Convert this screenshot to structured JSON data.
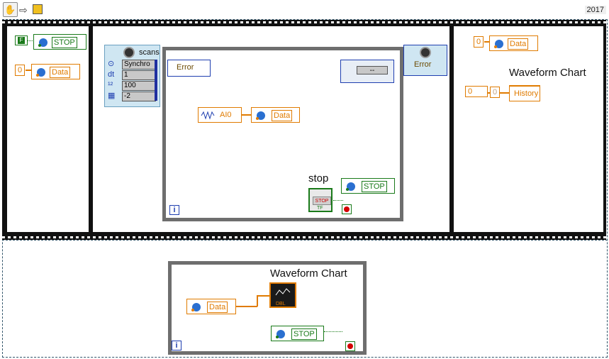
{
  "toolbar": {
    "run_arrow_icon": "run-arrow-icon",
    "hand_icon": "operate-hand-icon",
    "step_icon": "step-over-icon",
    "version": "2017"
  },
  "frame1": {
    "bool_const": "F",
    "stop_local": "STOP",
    "num_const": "0",
    "data_local": "Data"
  },
  "frame2": {
    "daq": {
      "title": "scans",
      "rows": [
        {
          "icon": "mode-icon",
          "value": "Synchro"
        },
        {
          "icon": "dt-icon",
          "label": "dt",
          "value": "1"
        },
        {
          "icon": "samples-icon",
          "value": "100"
        },
        {
          "icon": "channel-icon",
          "value": "-2"
        }
      ]
    },
    "error_cluster_in": "Error",
    "error_cluster_out": "Error",
    "inner_indicator_value": "--",
    "signal_source": "AI0",
    "data_local": "Data",
    "stop_label": "stop",
    "stop_button_text": "STOP",
    "stop_tf": "TF",
    "stop_local": "STOP",
    "iteration": "i"
  },
  "frame3": {
    "num_const": "0",
    "data_local": "Data",
    "chart_label": "Waveform Chart",
    "history_value": "0",
    "history_inner": "0",
    "history_property": "History"
  },
  "loop2": {
    "chart_label": "Waveform Chart",
    "data_local": "Data",
    "chart_dtype": "DBL",
    "stop_local": "STOP",
    "iteration": "i"
  }
}
